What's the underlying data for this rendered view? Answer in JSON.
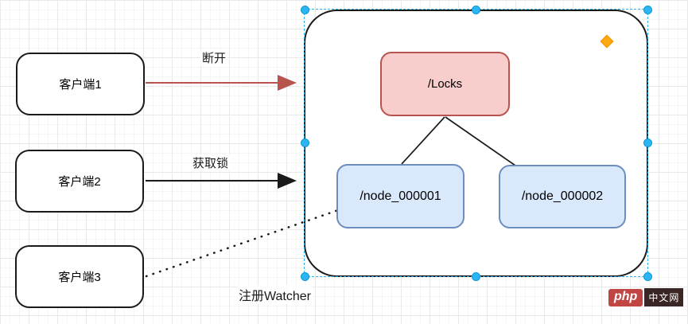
{
  "clients": [
    {
      "label": "客户端1"
    },
    {
      "label": "客户端2"
    },
    {
      "label": "客户端3"
    }
  ],
  "edges": [
    {
      "label": "断开"
    },
    {
      "label": "获取锁"
    },
    {
      "label": "注册Watcher"
    }
  ],
  "zk": {
    "root_label": "/Locks",
    "nodes": [
      {
        "label": "/node_000001"
      },
      {
        "label": "/node_000002"
      }
    ]
  },
  "watermark": {
    "brand": "php",
    "suffix": "中文网"
  },
  "colors": {
    "locks_fill": "#f8cecc",
    "locks_border": "#b85450",
    "node_fill": "#dae8fc",
    "node_border": "#6c8ebf",
    "selection_handle": "#29b6f2",
    "disconnect_arrow": "#b85450",
    "decoration_diamond": "#ffa912"
  }
}
